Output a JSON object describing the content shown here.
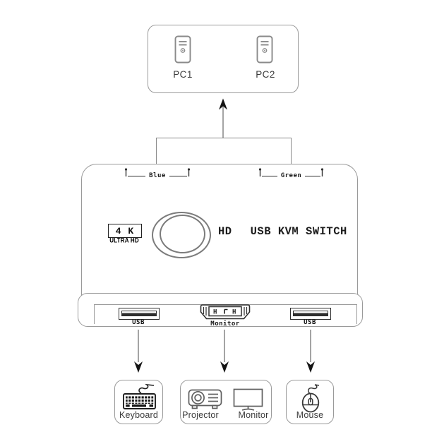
{
  "colors": {
    "outline_gray": "#9a9a9a",
    "connector_gray": "#8a8a8a",
    "arrow_line_gray": "#7d7d7d",
    "arrow_head_black": "#141414",
    "ink_black": "#1c1c1c",
    "icon_gray": "#5f5f5f",
    "label_gray": "#3b3b3b"
  },
  "top_box": {
    "pc1": "PC1",
    "pc2": "PC2"
  },
  "kvm": {
    "zone_left": "Blue",
    "zone_right": "Green",
    "badge_line1": "4 K",
    "badge_line2": "ULTRA HD",
    "title_prefix": "HD",
    "title": "USB KVM SWITCH",
    "port_usb_left": "USB",
    "port_monitor": "Monitor",
    "port_usb_right": "USB",
    "monitor_port_pin_left": "H",
    "monitor_port_pin_right": "H"
  },
  "peripherals": {
    "keyboard": "Keyboard",
    "projector": "Projector",
    "monitor": "Monitor",
    "mouse": "Mouse"
  }
}
